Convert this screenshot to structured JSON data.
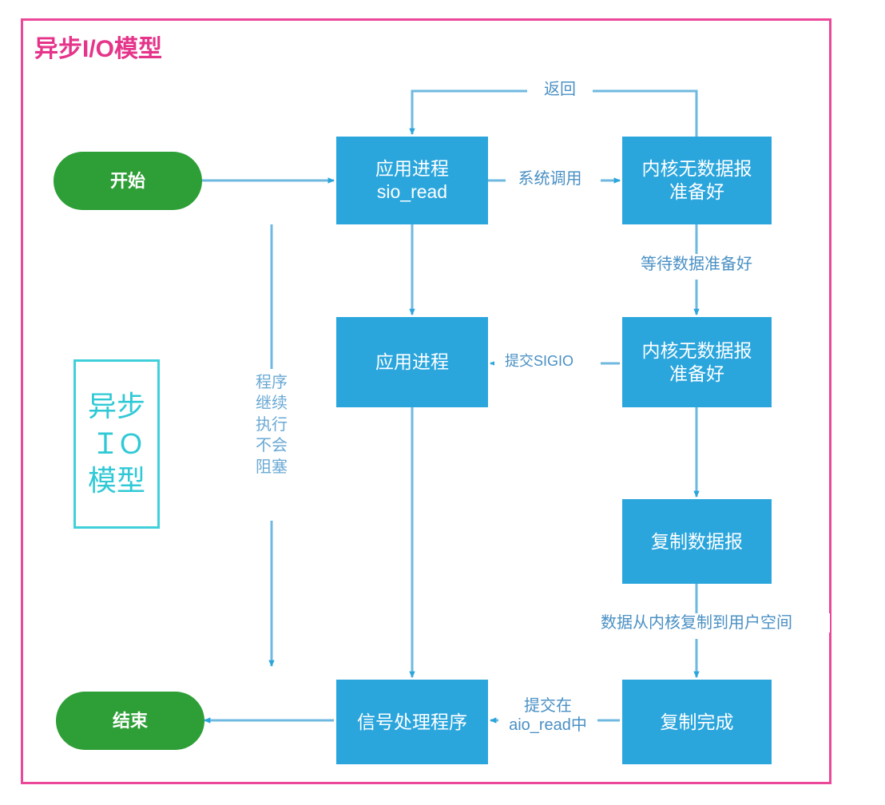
{
  "diagram": {
    "title": "异步I/O模型",
    "frame_color": "#ec4899",
    "box_color": "#2ba6dd",
    "terminator_color": "#2e9e37",
    "accent_color": "#3fd0db",
    "edge_color": "#6fb9e0"
  },
  "nodes": {
    "start": {
      "label": "开始",
      "shape": "terminator"
    },
    "end": {
      "label": "结束",
      "shape": "terminator"
    },
    "app_process_read": {
      "line1": "应用进程",
      "line2": "sio_read",
      "shape": "box"
    },
    "kernel_no_data_1": {
      "line1": "内核无数据报",
      "line2": "准备好",
      "shape": "box"
    },
    "app_process": {
      "label": "应用进程",
      "shape": "box"
    },
    "kernel_no_data_2": {
      "line1": "内核无数据报",
      "line2": "准备好",
      "shape": "box"
    },
    "copy_datagram": {
      "label": "复制数据报",
      "shape": "box"
    },
    "copy_done": {
      "label": "复制完成",
      "shape": "box"
    },
    "signal_handler": {
      "label": "信号处理程序",
      "shape": "box"
    }
  },
  "edge_labels": {
    "return": "返回",
    "syscall": "系统调用",
    "wait_data_ready": "等待数据准备好",
    "submit_sigio": "提交SIGIO",
    "copy_kernel_to_user": "数据从内核复制到用户空间",
    "submit_in_aio_read_1": "提交在",
    "submit_in_aio_read_2": "aio_read中"
  },
  "side_note": {
    "lines": [
      "程序",
      "继续",
      "执行",
      "不会",
      "阻塞"
    ]
  },
  "badge": {
    "lines": [
      "异步",
      "ＩО",
      "模型"
    ]
  }
}
